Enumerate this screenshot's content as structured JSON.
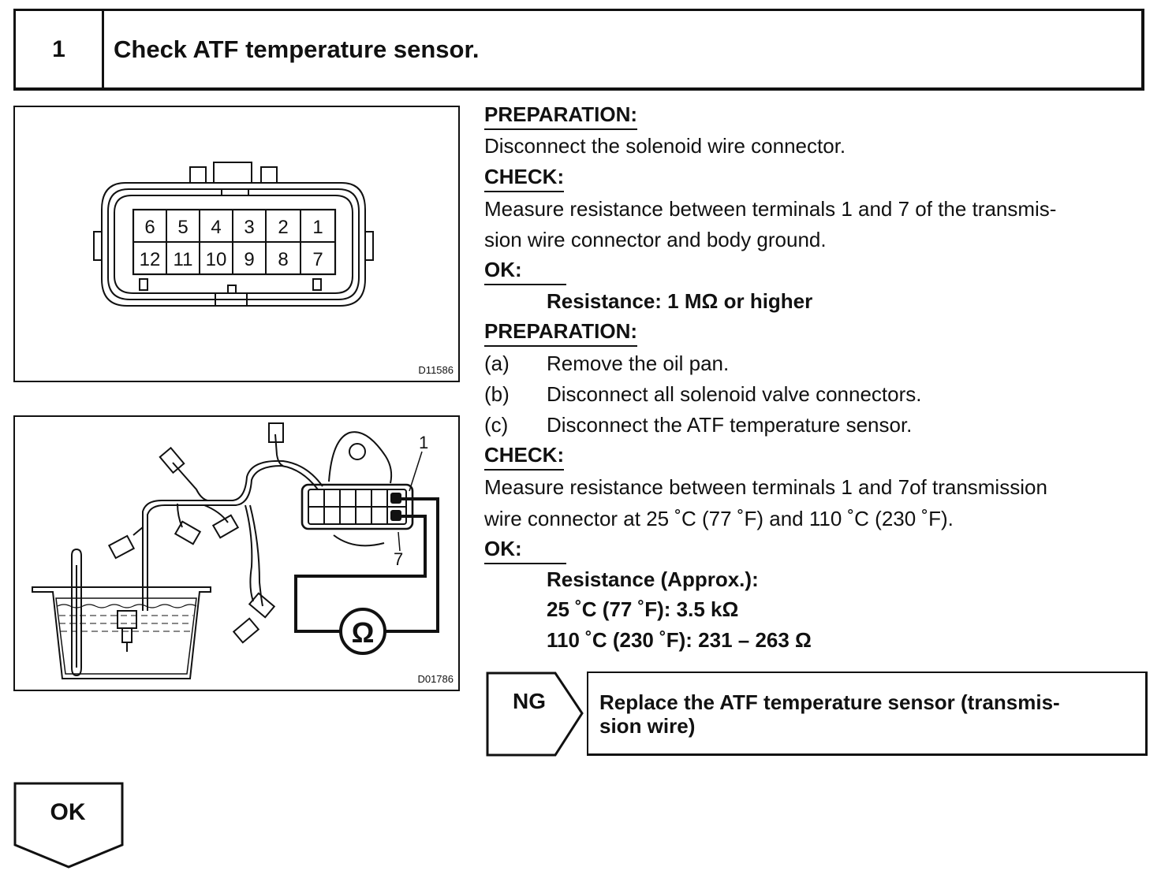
{
  "step": {
    "number": "1",
    "title": "Check ATF temperature sensor."
  },
  "figure1": {
    "code": "D11586",
    "terminals_top": [
      "6",
      "5",
      "4",
      "3",
      "2",
      "1"
    ],
    "terminals_bottom": [
      "12",
      "11",
      "10",
      "9",
      "8",
      "7"
    ]
  },
  "figure2": {
    "code": "D01786",
    "label_terminal_1": "1",
    "label_terminal_7": "7",
    "meter_symbol": "Ω"
  },
  "procedure": {
    "prep1_heading": "PREPARATION:",
    "prep1_text": "Disconnect the solenoid wire connector.",
    "check1_heading": "CHECK:",
    "check1_line1": "Measure resistance between terminals 1 and 7 of the transmis-",
    "check1_line2": "sion wire connector and body ground.",
    "ok1_heading": "OK:",
    "ok1_spec": "Resistance: 1 MΩ or higher",
    "prep2_heading": "PREPARATION:",
    "prep2_steps": [
      {
        "letter": "(a)",
        "text": "Remove the oil pan."
      },
      {
        "letter": "(b)",
        "text": "Disconnect all solenoid valve connectors."
      },
      {
        "letter": "(c)",
        "text": "Disconnect the ATF temperature sensor."
      }
    ],
    "check2_heading": "CHECK:",
    "check2_line1": "Measure resistance between terminals 1 and 7of transmission",
    "check2_line2": "wire connector at 25 ˚C (77 ˚F) and 110 ˚C (230 ˚F).",
    "ok2_heading": "OK:",
    "ok2_spec_title": "Resistance (Approx.):",
    "ok2_spec_line1": "25 ˚C (77 ˚F): 3.5 kΩ",
    "ok2_spec_line2": "110 ˚C (230 ˚F): 231 – 263 Ω"
  },
  "ng": {
    "label": "NG",
    "result": "Replace the ATF temperature sensor (transmis-\nsion wire)"
  },
  "ok": {
    "label": "OK"
  }
}
